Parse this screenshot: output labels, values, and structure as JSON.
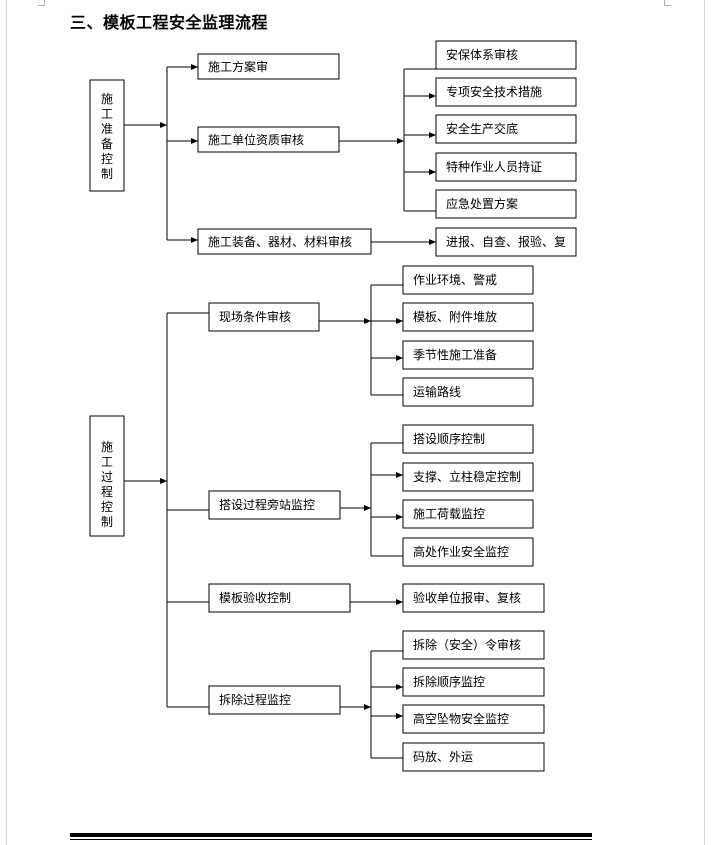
{
  "title": "三、模板工程安全监理流程",
  "sections": {
    "preparation": {
      "label": "施工准备控制",
      "items": [
        "施工方案审",
        "施工单位资质审核",
        "施工装备、器材、材料审核"
      ],
      "qualification_checks": [
        "安保体系审核",
        "专项安全技术措施",
        "安全生产交底",
        "特种作业人员持证",
        "应急处置方案"
      ],
      "equipment_check": "进报、自查、报验、复"
    },
    "process": {
      "label": "施工过程控制",
      "items": [
        "现场条件审核",
        "搭设过程旁站监控",
        "模板验收控制",
        "拆除过程监控"
      ],
      "site_checks": [
        "作业环境、警戒",
        "模板、附件堆放",
        "季节性施工准备",
        "运输路线"
      ],
      "erection_checks": [
        "搭设顺序控制",
        "支撑、立柱稳定控制",
        "施工荷载监控",
        "高处作业安全监控"
      ],
      "acceptance_check": "验收单位报审、复核",
      "dismantling_checks": [
        "拆除（安全）令审核",
        "拆除顺序监控",
        "高空坠物安全监控",
        "码放、外运"
      ]
    }
  }
}
